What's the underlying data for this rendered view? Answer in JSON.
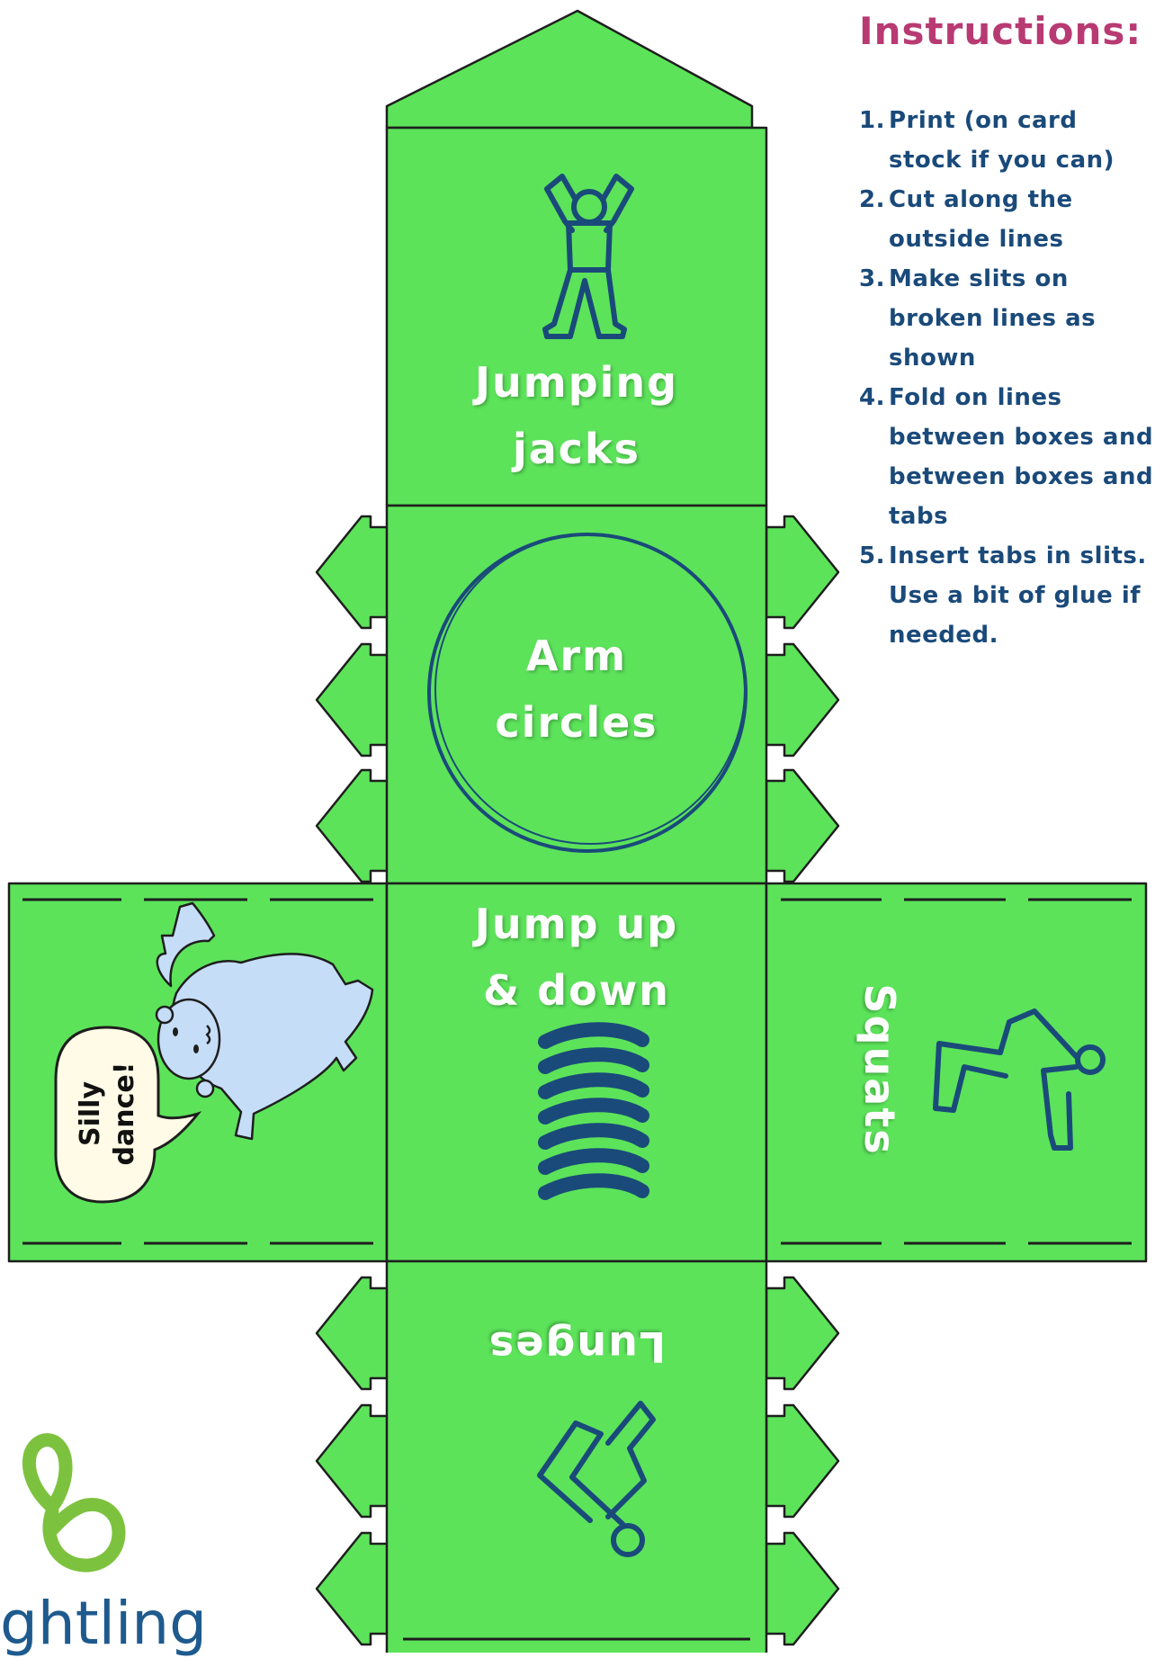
{
  "colors": {
    "green": "#5ce35a",
    "outline": "#1e1e1e",
    "navy": "#1a4a7a",
    "instructions_title": "#b83a73",
    "bear": "#c6ddf7",
    "logo_green": "#7dc23f"
  },
  "faces": {
    "top": {
      "label_line1": "Jumping",
      "label_line2": "jacks",
      "icon": "jumping-jacks-person-icon"
    },
    "upper": {
      "label_line1": "Arm",
      "label_line2": "circles",
      "icon": "circle-outline-icon"
    },
    "center": {
      "label_line1": "Jump up",
      "label_line2": "& down",
      "icon": "coil-spring-icon"
    },
    "left": {
      "bubble_line1": "Silly",
      "bubble_line2": "dance!",
      "icon": "dancing-bear-icon"
    },
    "right": {
      "label": "Squats",
      "icon": "squatting-person-icon"
    },
    "bottom": {
      "label": "Lunges",
      "icon": "lunging-person-icon"
    }
  },
  "instructions": {
    "title": "Instructions:",
    "steps": [
      {
        "num": "1.",
        "text": "Print (on card stock if you can)"
      },
      {
        "num": "2.",
        "text": "Cut along the outside lines"
      },
      {
        "num": "3.",
        "text": "Make slits on broken lines as shown"
      },
      {
        "num": "4.",
        "text": "Fold on lines between boxes and between boxes and tabs"
      },
      {
        "num": "5.",
        "text": "Insert tabs in slits. Use a bit of glue if needed."
      }
    ]
  },
  "logo": {
    "text": "ghtling",
    "icon": "butterfly-b-logo-icon"
  }
}
